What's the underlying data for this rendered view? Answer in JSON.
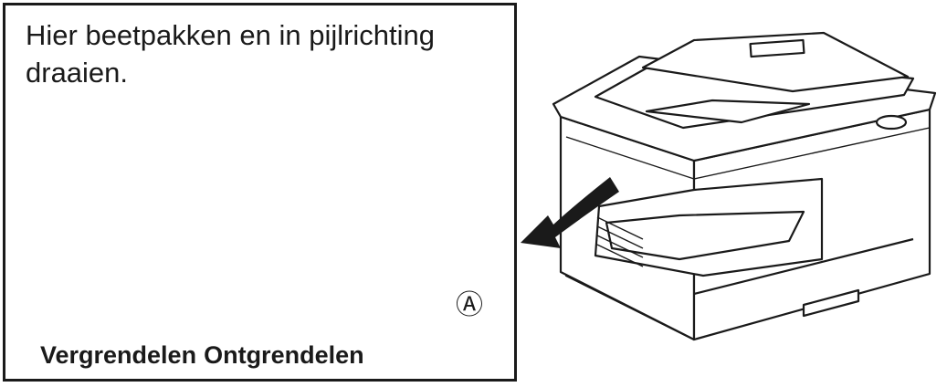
{
  "instruction": {
    "line1": "Hier beetpakken en in pijlrichting",
    "line2": "draaien."
  },
  "captions": {
    "lock": "Vergrendelen",
    "unlock": "Ontgrendelen"
  },
  "callout": {
    "marker": "Ⓐ"
  },
  "icons": {
    "open": "open-padlock-icon",
    "closed": "closed-padlock-icon",
    "rotate": "curved-arrow-icon",
    "next": "right-arrow-icon",
    "pull": "curved-arrow-icon"
  },
  "colors": {
    "line": "#1a1a1a",
    "rotate_arrow": "#c8c8c8",
    "handle": "#9a9a9a"
  }
}
